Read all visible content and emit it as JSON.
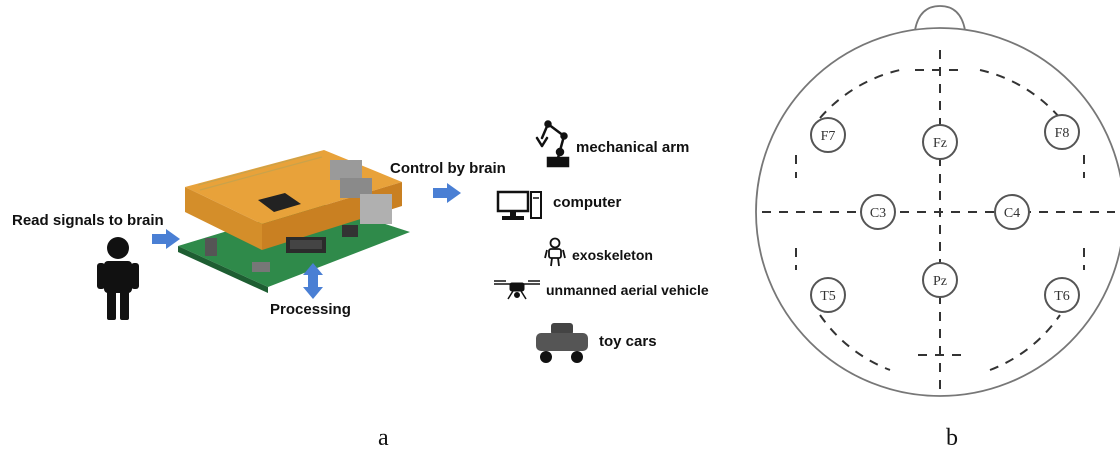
{
  "panel_a": {
    "read_signals": "Read signals to brain",
    "processing": "Processing",
    "control_by_brain": "Control by brain",
    "devices": [
      {
        "label": "mechanical arm",
        "icon": "mechanical-arm-icon"
      },
      {
        "label": "computer",
        "icon": "computer-icon"
      },
      {
        "label": "exoskeleton",
        "icon": "exoskeleton-icon"
      },
      {
        "label": "unmanned aerial vehicle",
        "icon": "drone-icon"
      },
      {
        "label": "toy cars",
        "icon": "toy-car-icon"
      }
    ],
    "letter": "a"
  },
  "panel_b": {
    "electrodes": [
      "F7",
      "Fz",
      "F8",
      "C3",
      "C4",
      "T5",
      "Pz",
      "T6"
    ],
    "letter": "b"
  },
  "colors": {
    "arrow": "#4a7fd4",
    "board": "#e8a23a",
    "head_outline": "#777777"
  }
}
